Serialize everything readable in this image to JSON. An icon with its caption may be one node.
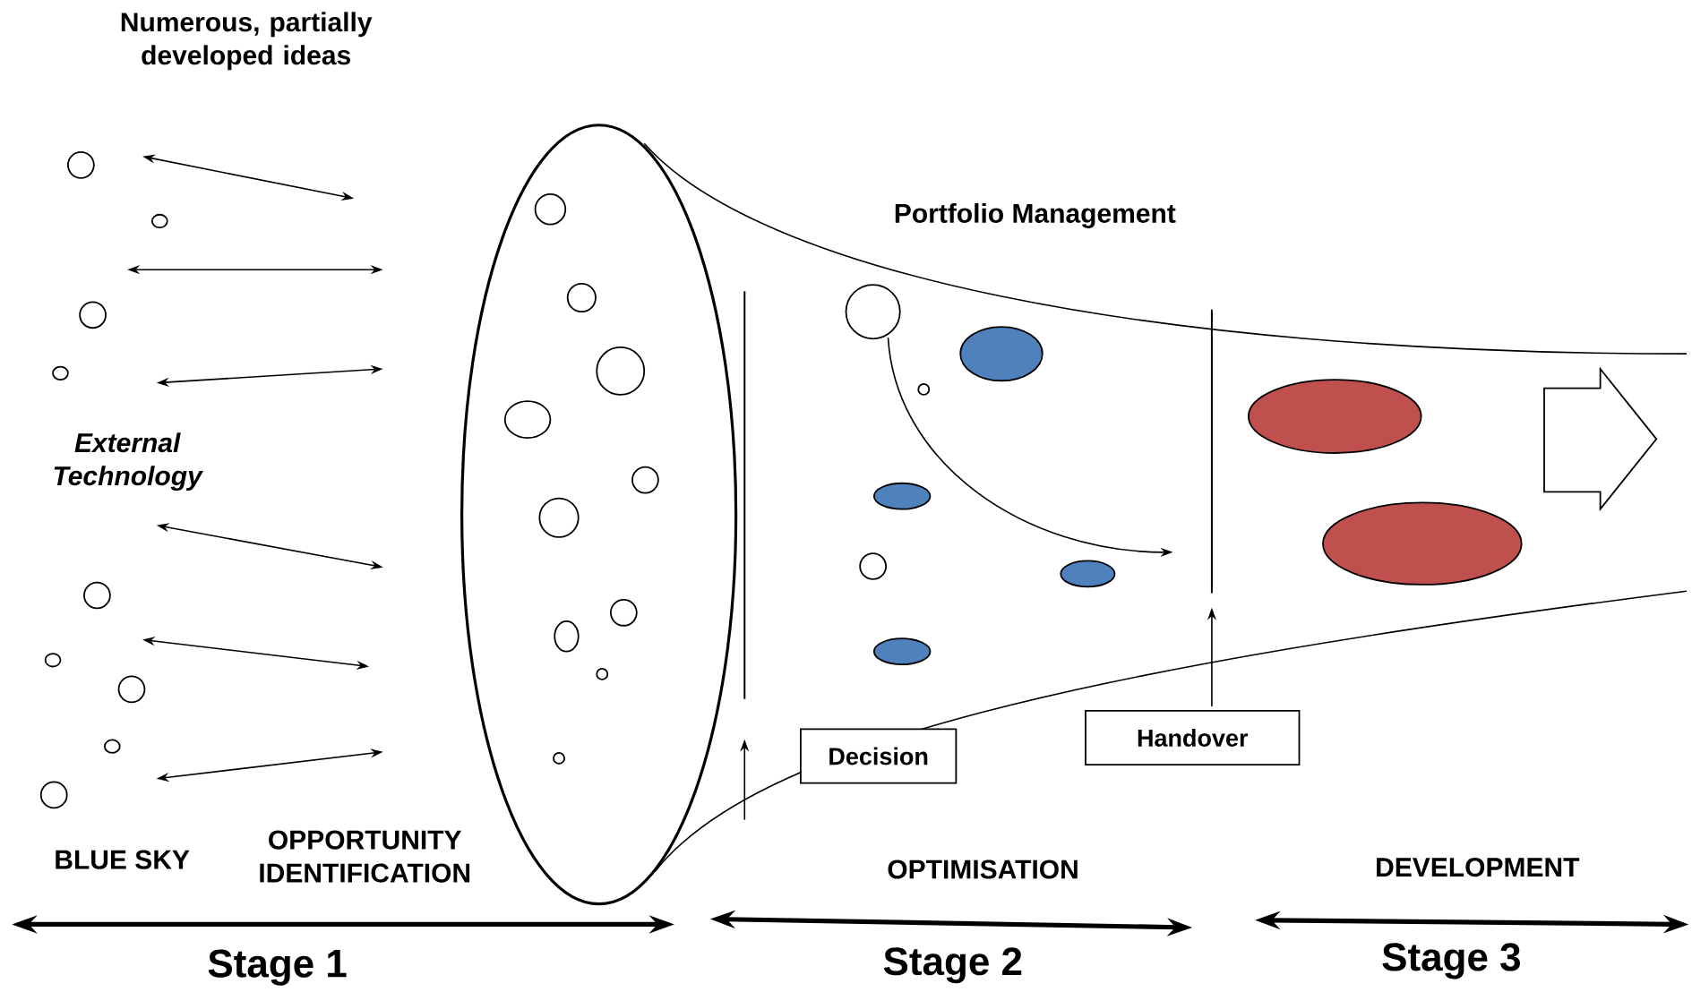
{
  "diagram": {
    "nodes": [
      {
        "text": [
          "Decision"
        ]
      },
      {
        "text": [
          "Handover"
        ]
      },
      {
        "text": [],
        "shape": "bar"
      },
      {
        "text": [],
        "shape": "bar"
      }
    ],
    "edges": [
      {
        "from": null,
        "to": 2,
        "arrow": "to"
      },
      {
        "from": 1,
        "to": 3,
        "arrow": "to"
      }
    ],
    "labels": [
      "Numerous, partially developed ideas",
      "Portfolio Management",
      "External Technology",
      "BLUE SKY",
      "OPPORTUNITY IDENTIFICATION",
      "OPTIMISATION",
      "DEVELOPMENT",
      "Stage 1",
      "Stage 2",
      "Stage 3"
    ]
  }
}
